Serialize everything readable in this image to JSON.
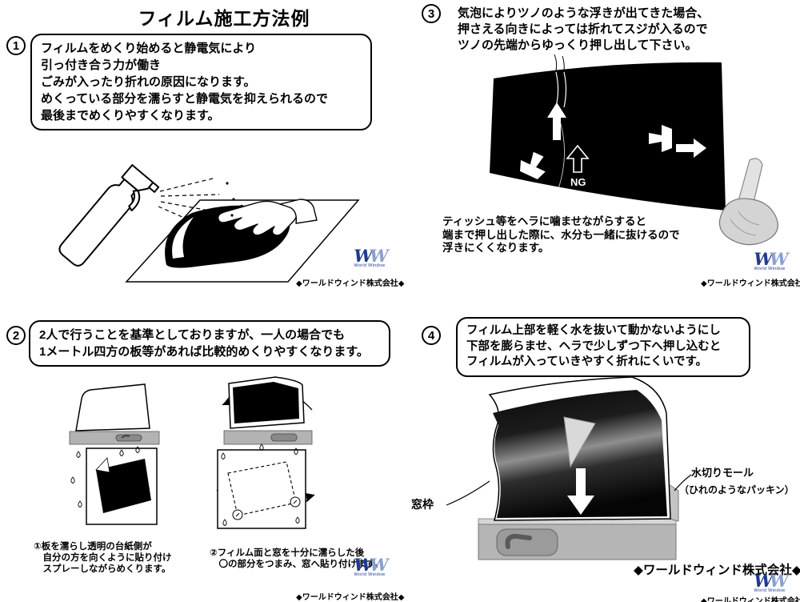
{
  "title": "フィルム施工方法例",
  "company": "◆ワールドウィンド株式会社◆",
  "logo": {
    "monogram_1": "W",
    "monogram_2": "W",
    "sub": "World Window"
  },
  "steps": {
    "step1": {
      "num": "1",
      "lines": [
        "フィルムをめくり始めると静電気により",
        "引っ付き合う力が働き",
        "ごみが入ったり折れの原因になります。",
        "めくっている部分を濡らすと静電気を抑えられるので",
        "最後までめくりやすくなります。"
      ]
    },
    "step2": {
      "num": "2",
      "lines": [
        "2人で行うことを基準としておりますが、一人の場合でも",
        "1メートル四方の板等があれば比較的めくりやすくなります。"
      ],
      "caption1": [
        "①板を濡らし透明の台紙側が",
        "　自分の方を向くように貼り付け",
        "　スプレーしながらめくります。"
      ],
      "caption2": [
        "②フィルム面と窓を十分に濡らした後",
        "　〇の部分をつまみ、窓へ貼り付けます。"
      ]
    },
    "step3": {
      "num": "3",
      "lines": [
        "気泡によりツノのような浮きが出てきた場合、",
        "押さえる向きによっては折れてスジが入るので",
        "ツノの先端からゆっくり押し出して下さい。"
      ],
      "ng": "NG",
      "note": [
        "ティッシュ等をヘラに噛ませながらすると",
        "端まで押し出した際に、水分も一緒に抜けるので",
        "浮きにくくなります。"
      ]
    },
    "step4": {
      "num": "4",
      "lines": [
        "フィルム上部を軽く水を抜いて動かないようにし",
        "下部を膨らませ、ヘラで少しずつ下へ押し込むと",
        "フィルムが入っていきやすく折れにくいです。"
      ],
      "label_window_frame": "窓枠",
      "label_molding": "水切りモール",
      "label_molding_sub": "（ひれのようなパッキン）"
    }
  }
}
